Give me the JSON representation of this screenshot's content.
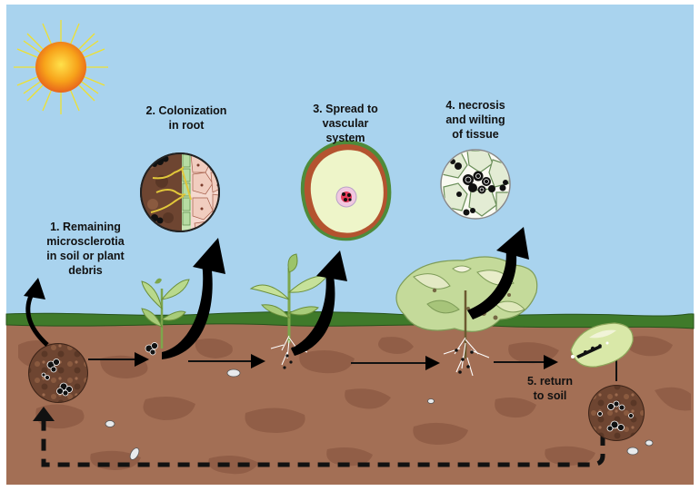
{
  "stages": {
    "stage1": {
      "lines": [
        "1. Remaining",
        "microsclerotia",
        "in soil or plant",
        "debris"
      ]
    },
    "stage2": {
      "lines": [
        "2. Colonization",
        "in root"
      ]
    },
    "stage3": {
      "lines": [
        "3. Spread to",
        "vascular",
        "system"
      ]
    },
    "stage4": {
      "lines": [
        "4. necrosis",
        "and wilting",
        "of tissue"
      ]
    },
    "stage5": {
      "lines": [
        "5. return",
        "to soil"
      ]
    }
  },
  "colors": {
    "sky": "#a9d3ee",
    "grass": "#3f7a2a",
    "soil": "#a36f55",
    "soil_patch": "#8e5c45",
    "sun": "#f7a21a",
    "arrow": "#000000",
    "leaf": "#b9d98c",
    "stem_cross_section_inner": "#eef5c9",
    "stem_cross_section_outer": "#b4532f"
  },
  "icons": [
    "sun-icon",
    "microsclerotia-icon",
    "root-colonization-icon",
    "vascular-cross-section-icon",
    "necrotic-tissue-icon",
    "seedling-icon",
    "young-plant-icon",
    "wilted-plant-icon",
    "fallen-leaf-icon"
  ]
}
